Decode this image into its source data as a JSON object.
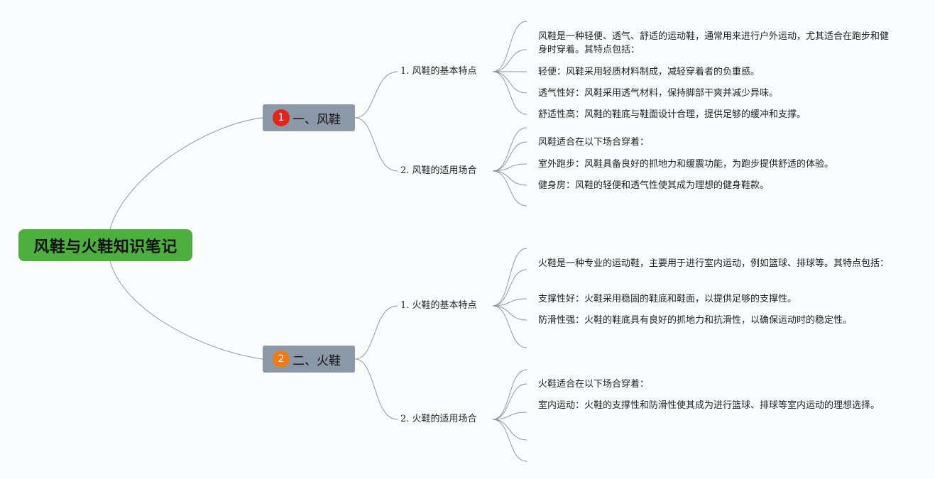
{
  "root": {
    "label": "风鞋与火鞋知识笔记"
  },
  "branches": [
    {
      "badge": "1",
      "badge_color": "#e1251b",
      "label": "一、风鞋",
      "subs": [
        {
          "label": "1. 风鞋的基本特点",
          "leaves": [
            "风鞋是一种轻便、透气、舒适的运动鞋，通常用来进行户外运动，尤其适合在跑步和健身时穿着。其特点包括：",
            "轻便：风鞋采用轻质材料制成，减轻穿着者的负重感。",
            "透气性好：风鞋采用透气材料，保持脚部干爽并减少异味。",
            "舒适性高：风鞋的鞋底与鞋面设计合理，提供足够的缓冲和支撑。"
          ]
        },
        {
          "label": "2. 风鞋的适用场合",
          "leaves": [
            "风鞋适合在以下场合穿着：",
            "室外跑步：风鞋具备良好的抓地力和缓震功能，为跑步提供舒适的体验。",
            "健身房：风鞋的轻便和透气性使其成为理想的健身鞋款。"
          ]
        }
      ]
    },
    {
      "badge": "2",
      "badge_color": "#ee7a1a",
      "label": "二、火鞋",
      "subs": [
        {
          "label": "1. 火鞋的基本特点",
          "leaves": [
            "火鞋是一种专业的运动鞋，主要用于进行室内运动，例如篮球、排球等。其特点包括：",
            "支撑性好：火鞋采用稳固的鞋底和鞋面，以提供足够的支撑性。",
            "防滑性强：火鞋的鞋底具有良好的抓地力和抗滑性，以确保运动时的稳定性。"
          ]
        },
        {
          "label": "2. 火鞋的适用场合",
          "leaves": [
            "火鞋适合在以下场合穿着：",
            "室内运动：火鞋的支撑性和防滑性使其成为进行篮球、排球等室内运动的理想选择。"
          ]
        }
      ]
    }
  ],
  "colors": {
    "root_bg": "#4caf3e",
    "main_bg": "#8b98a8",
    "connector": "#8a909a",
    "background": "#fafbfc"
  }
}
